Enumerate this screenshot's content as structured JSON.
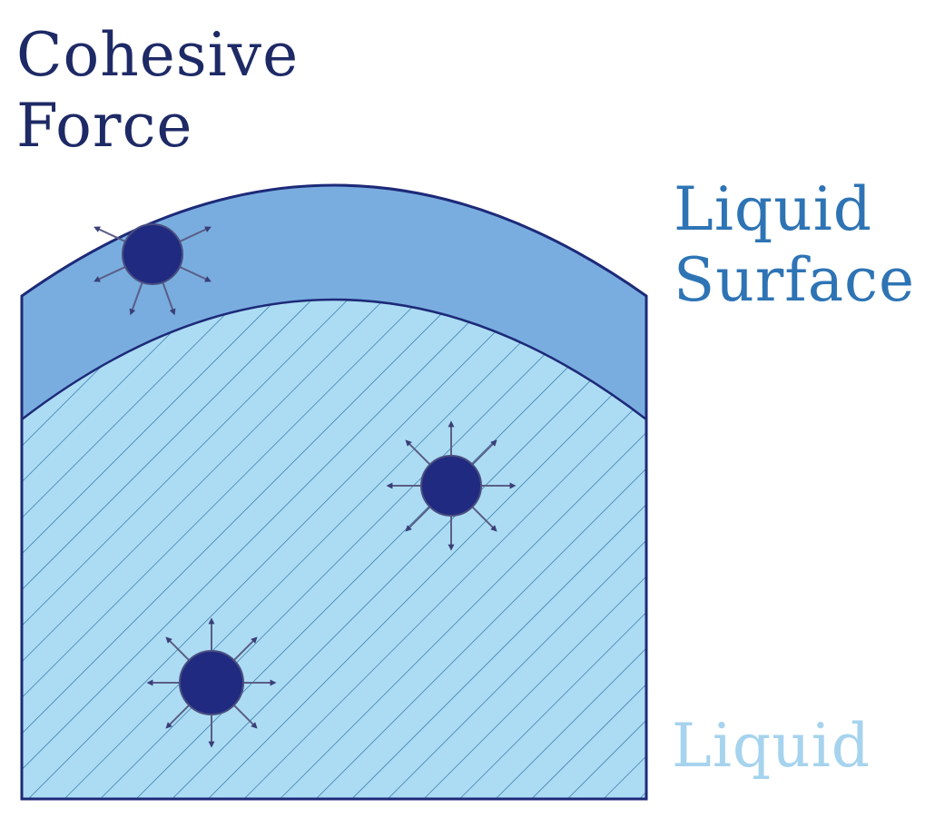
{
  "labels": {
    "cohesive_force": [
      "Cohesive",
      "Force"
    ],
    "liquid_surface": [
      "Liquid",
      "Surface"
    ],
    "liquid": "Liquid"
  },
  "colors": {
    "surface_layer": "#79addf",
    "liquid_body": "#acdcf3",
    "hatch_line": "#2a6aa0",
    "outline": "#1d2a78",
    "molecule": "#1f2a80",
    "arrow": "#5a5e86",
    "cohesive_text": "#1e2a66",
    "surface_text": "#2e74b5",
    "liquid_text": "#a6d3ee"
  },
  "molecules": [
    {
      "name": "surface-molecule",
      "arrows": 6,
      "directions": "sideways-and-down"
    },
    {
      "name": "bulk-molecule-upper",
      "arrows": 8,
      "directions": "all-around"
    },
    {
      "name": "bulk-molecule-lower",
      "arrows": 8,
      "directions": "all-around"
    }
  ]
}
